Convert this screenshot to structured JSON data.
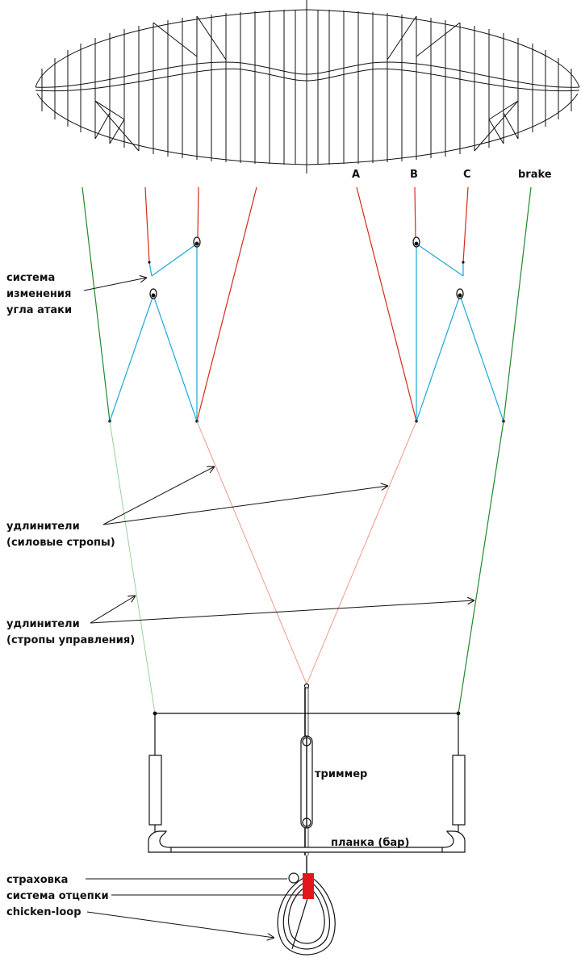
{
  "colors": {
    "a_lines": "#d42a1a",
    "b_lines": "#19a8d8",
    "brake_lines": "#1e8a2e",
    "hardware": "#111111",
    "release_red": "#e3161b"
  },
  "line_headers": {
    "a": "A",
    "b": "B",
    "c": "C",
    "brake": "brake"
  },
  "labels": {
    "aoa_system": [
      "система",
      "изменения",
      "угла атаки"
    ],
    "power_extensions": [
      "удлинители",
      "(силовые стропы)"
    ],
    "steer_extensions": [
      "удлинители",
      "(стропы управления)"
    ],
    "trimmer": "триммер",
    "bar": "планка (бар)",
    "safety": "страховка",
    "release": "система отцепки",
    "chicken_loop": "chicken-loop"
  }
}
